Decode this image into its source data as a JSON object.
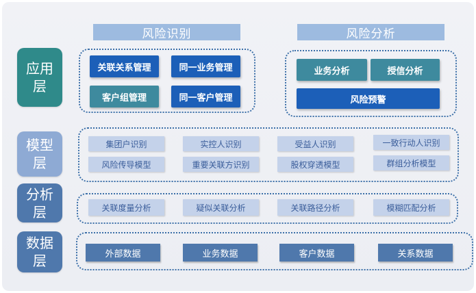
{
  "layers": {
    "app": "应用层",
    "model": "模型层",
    "analysis": "分析层",
    "data": "数据层"
  },
  "headers": {
    "risk_identify": "风险识别",
    "risk_analysis": "风险分析"
  },
  "app_identify": [
    "关联关系管理",
    "同一业务管理",
    "客户组管理",
    "同一客户管理"
  ],
  "app_analysis": [
    "业务分析",
    "授信分析",
    "风险预警"
  ],
  "model_items": [
    "集团户识别",
    "实控人识别",
    "受益人识别",
    "一致行动人识别",
    "风险传导模型",
    "重要关联方识别",
    "股权穿透模型",
    "群组分析模型"
  ],
  "analysis_items": [
    "关联度量分析",
    "疑似关联分析",
    "关联路径分析",
    "模糊匹配分析"
  ],
  "data_items": [
    "外部数据",
    "业务数据",
    "客户数据",
    "关系数据"
  ],
  "colors": {
    "layer_app": "#2f8a8a",
    "layer_model": "#8eaad4",
    "layer_analysis": "#4f78ac",
    "layer_data": "#4f78ac",
    "button_blue": "#1c5fb8",
    "button_teal": "#3e8a9e"
  }
}
